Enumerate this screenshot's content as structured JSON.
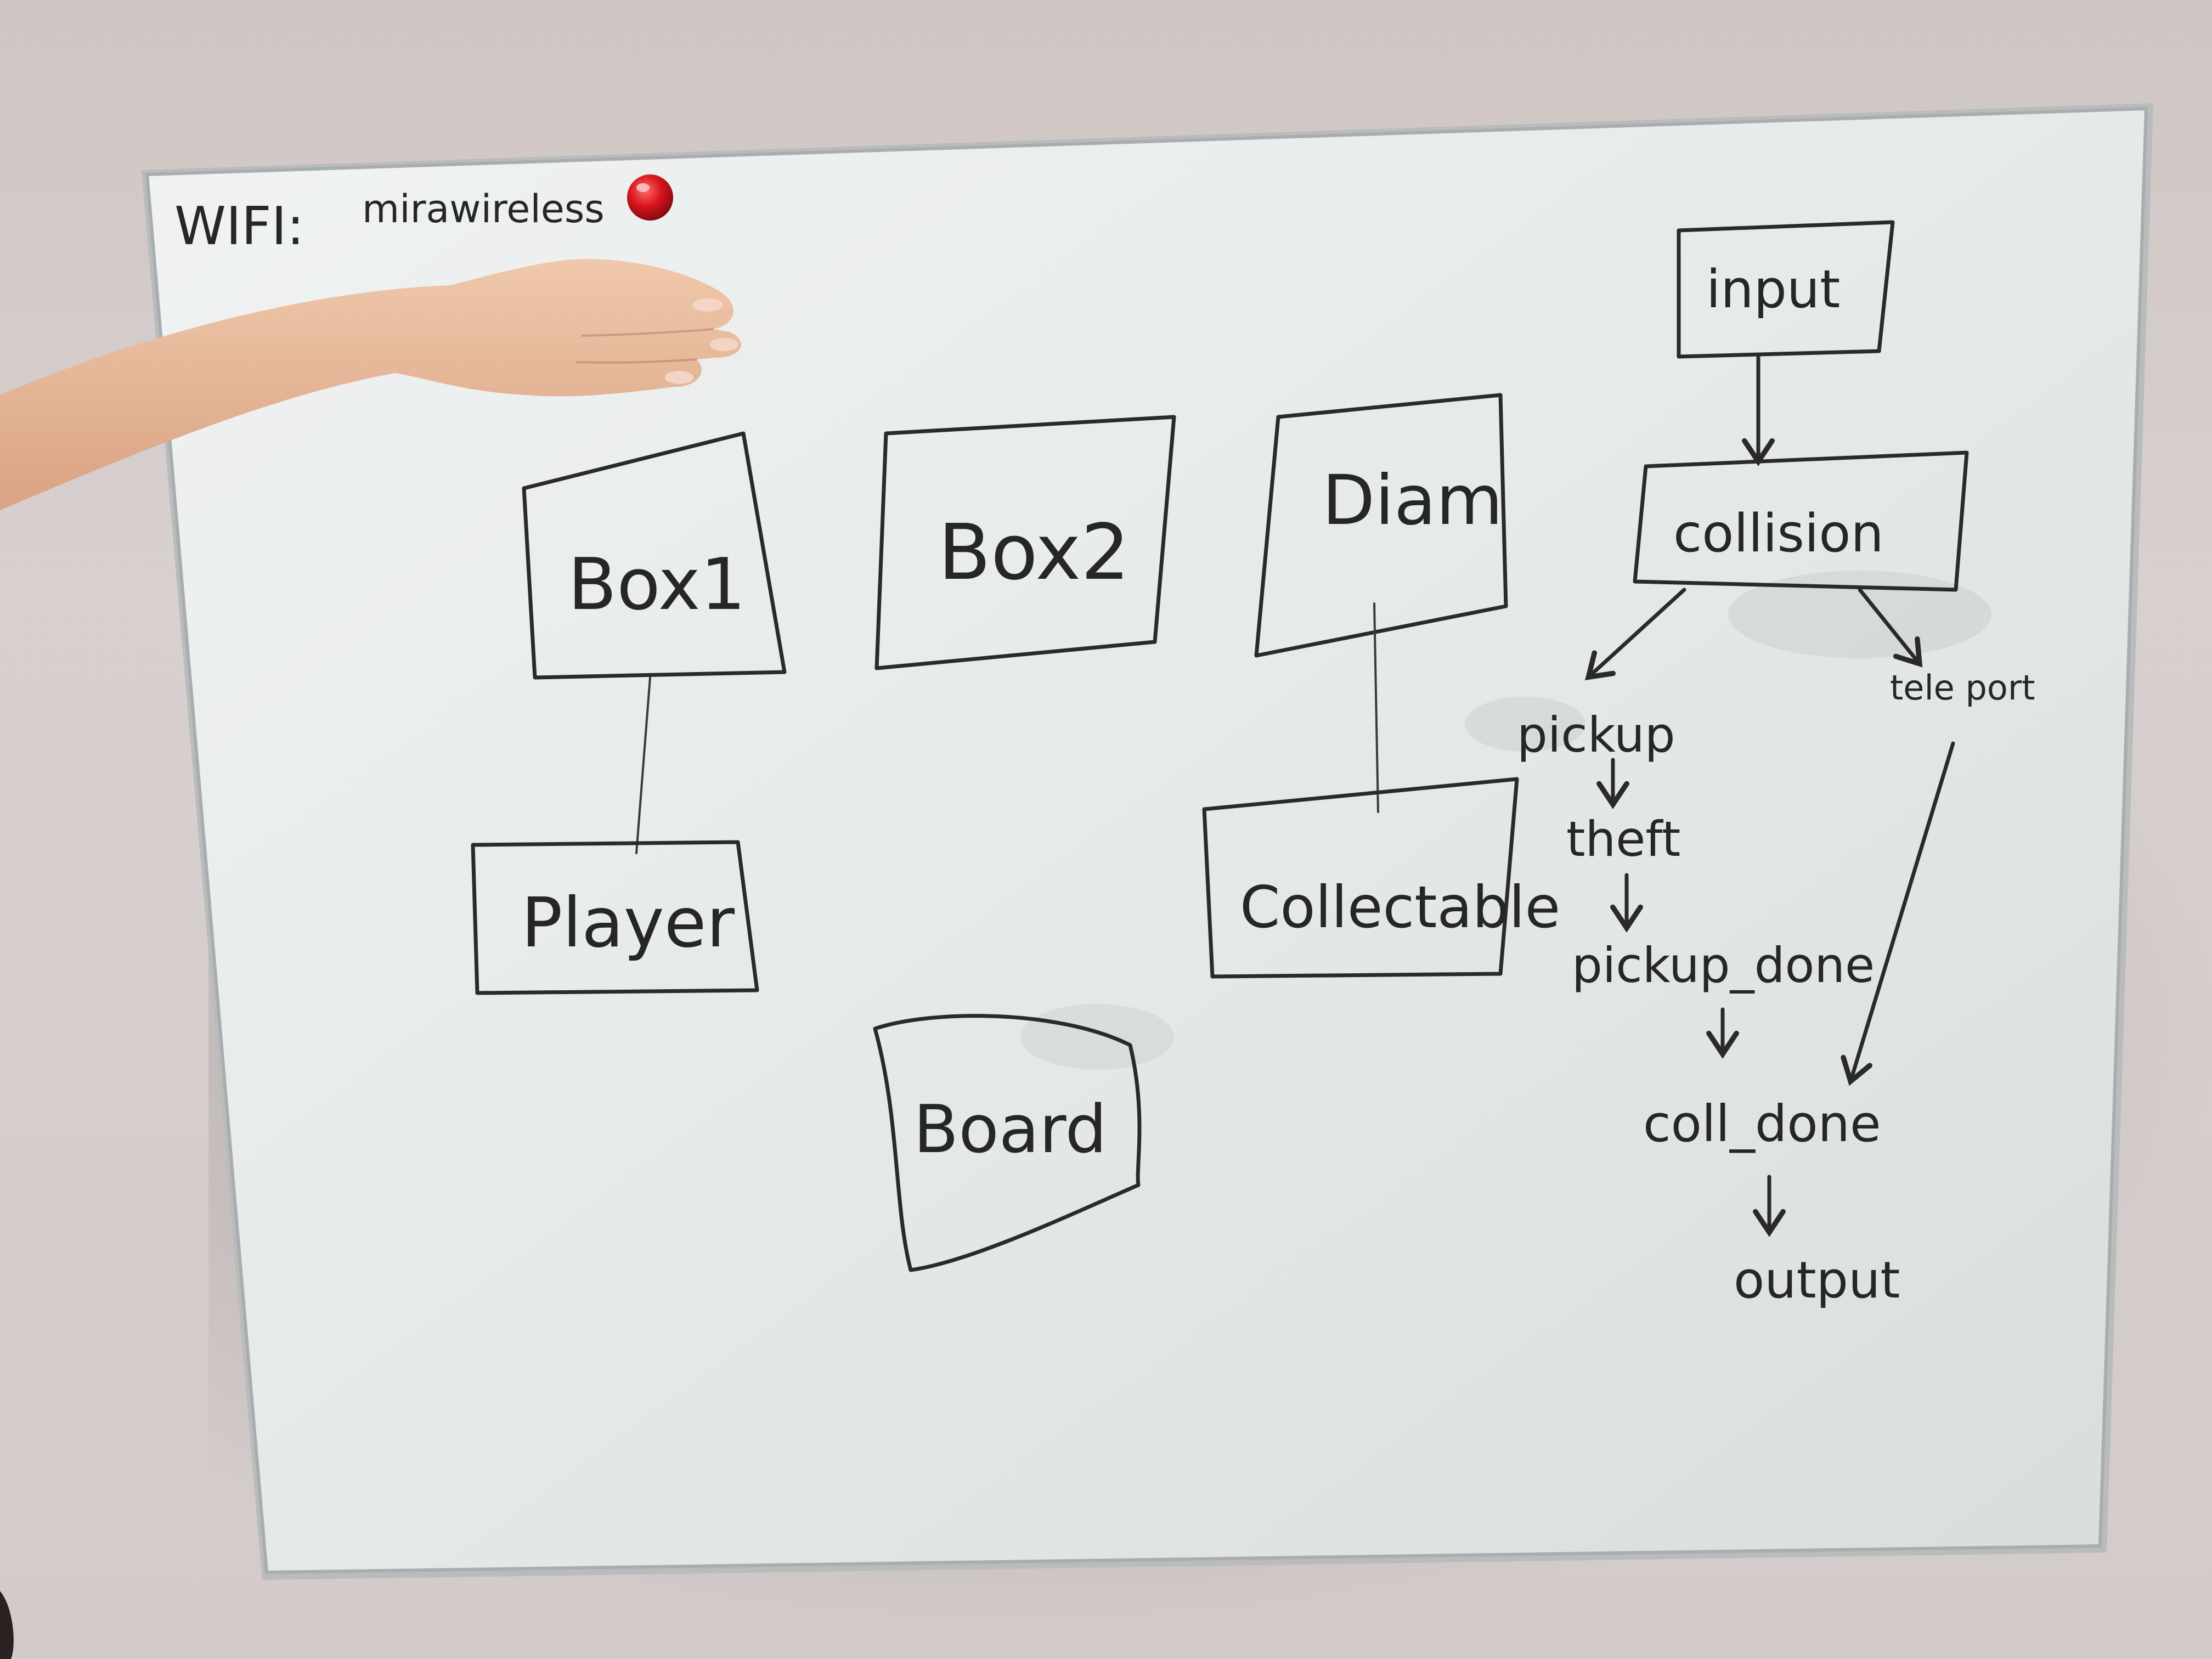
{
  "board": {
    "header_label": "WIFI:",
    "header_value": "mirawireless",
    "boxes": {
      "box1": "Box1",
      "box2": "Box2",
      "diam": "Diam",
      "player": "Player",
      "collectable": "Collectable",
      "board": "Board",
      "input": "input",
      "collision": "collision"
    },
    "flow": {
      "pickup": "pickup",
      "theft": "theft",
      "pickup_done": "pickup_done",
      "teleport": "tele port",
      "coll_done": "coll_done",
      "output": "output"
    }
  },
  "colors": {
    "ink": "#262626",
    "board": "#e6eaea",
    "magnet": "#d8141c",
    "wall": "#d3cbc9",
    "skin": "#e4b89a"
  }
}
